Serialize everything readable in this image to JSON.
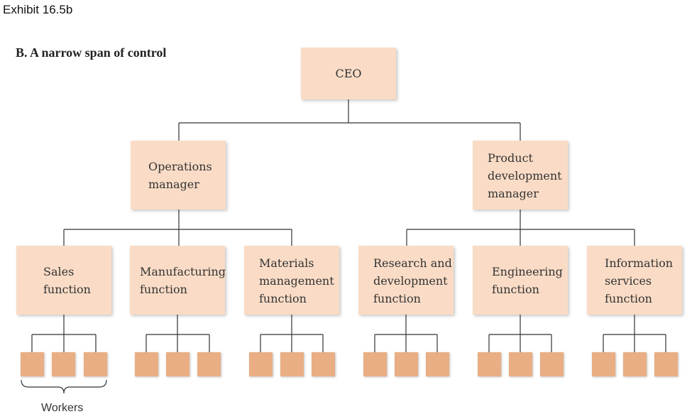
{
  "header": {
    "exhibit": "Exhibit 16.5b",
    "subtitle": "B. A narrow span of control"
  },
  "chart": {
    "ceo": "CEO",
    "managers": [
      "Operations\nmanager",
      "Product\ndevelopment\nmanager"
    ],
    "functions": [
      "Sales\nfunction",
      "Manufacturing\nfunction",
      "Materials\nmanagement\nfunction",
      "Research and\ndevelopment\nfunction",
      "Engineering\nfunction",
      "Information\nservices\nfunction"
    ],
    "workers_label": "Workers"
  },
  "colors": {
    "box_fill": "#fadcc6",
    "worker_fill": "#e9ae83",
    "line": "#333333"
  }
}
